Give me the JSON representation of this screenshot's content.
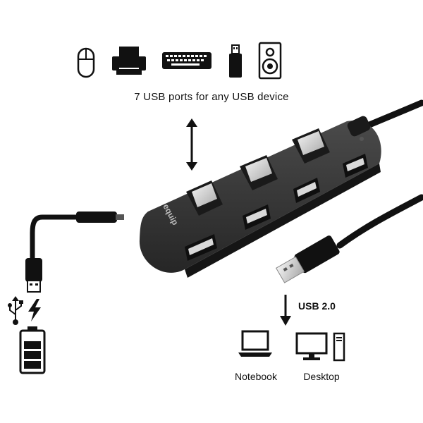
{
  "top_devices": [
    "mouse-icon",
    "printer-icon",
    "keyboard-icon",
    "usb-stick-icon",
    "speaker-icon"
  ],
  "caption": "7 USB ports for any USB device",
  "hub": {
    "brand": "equip",
    "port_count": 7,
    "body_color": "#2b2b2b"
  },
  "host_link": {
    "label": "USB 2.0"
  },
  "hosts": [
    {
      "icon": "notebook-icon",
      "label": "Notebook"
    },
    {
      "icon": "desktop-icon",
      "label": "Desktop"
    }
  ],
  "power_icons": [
    "usb-symbol-icon",
    "lightning-icon",
    "battery-icon"
  ]
}
